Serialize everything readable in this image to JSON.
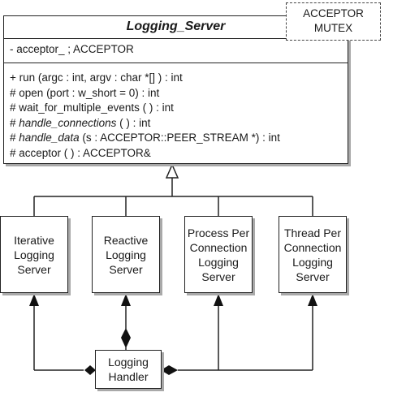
{
  "logging_server": {
    "name": "Logging_Server",
    "template_params": [
      "ACCEPTOR",
      "MUTEX"
    ],
    "attribute": "- acceptor_ ; ACCEPTOR",
    "operations": [
      {
        "prefix": "+ ",
        "name": "run",
        "rest": " (argc : int, argv : char *[] ) : int",
        "italic": false
      },
      {
        "prefix": "# ",
        "name": "open",
        "rest": " (port : w_short = 0) : int",
        "italic": false
      },
      {
        "prefix": "# ",
        "name": "wait_for_multiple_events",
        "rest": " ( ) : int",
        "italic": false
      },
      {
        "prefix": "# ",
        "name": "handle_connections",
        "rest": " ( ) : int",
        "italic": true
      },
      {
        "prefix": "# ",
        "name": "handle_data",
        "rest": " (s : ACCEPTOR::PEER_STREAM *) : int",
        "italic": true
      },
      {
        "prefix": "# ",
        "name": "acceptor",
        "rest": " ( ) : ACCEPTOR&",
        "italic": false
      }
    ]
  },
  "subclasses": [
    {
      "lines": [
        "Iterative",
        "Logging",
        "Server"
      ]
    },
    {
      "lines": [
        "Reactive",
        "Logging",
        "Server"
      ]
    },
    {
      "lines": [
        "Process Per",
        "Connection",
        "Logging",
        "Server"
      ]
    },
    {
      "lines": [
        "Thread Per",
        "Connection",
        "Logging",
        "Server"
      ]
    }
  ],
  "handler": {
    "lines": [
      "Logging",
      "Handler"
    ]
  }
}
